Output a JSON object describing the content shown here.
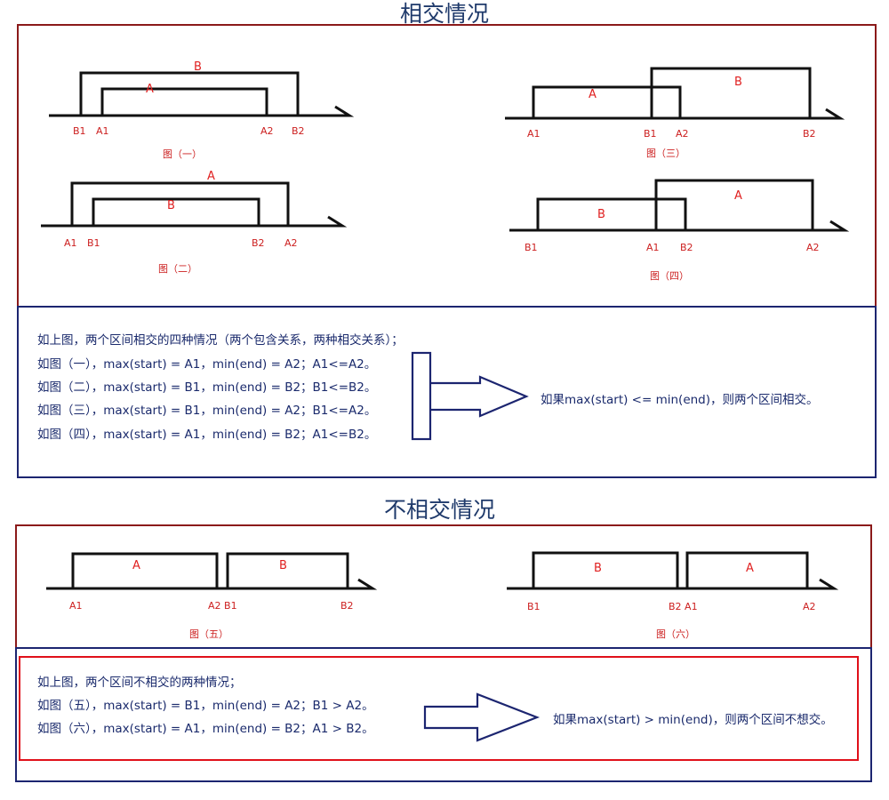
{
  "sections": {
    "intersect_title": "相交情况",
    "nonintersect_title": "不相交情况"
  },
  "figures": {
    "fig1": {
      "caption": "图（一）",
      "outer": "B",
      "inner": "A",
      "labels": [
        "B1",
        "A1",
        "A2",
        "B2"
      ]
    },
    "fig2": {
      "caption": "图（二）",
      "outer": "A",
      "inner": "B",
      "labels": [
        "A1",
        "B1",
        "B2",
        "A2"
      ]
    },
    "fig3": {
      "caption": "图（三）",
      "left": "A",
      "right": "B",
      "labels": [
        "A1",
        "B1",
        "A2",
        "B2"
      ]
    },
    "fig4": {
      "caption": "图（四）",
      "left": "B",
      "right": "A",
      "labels": [
        "B1",
        "A1",
        "B2",
        "A2"
      ]
    },
    "fig5": {
      "caption": "图（五）",
      "left": "A",
      "right": "B",
      "labels": [
        "A1",
        "A2 B1",
        "B2"
      ]
    },
    "fig6": {
      "caption": "图（六）",
      "left": "B",
      "right": "A",
      "labels": [
        "B1",
        "B2 A1",
        "A2"
      ]
    }
  },
  "intersect_text": {
    "intro": "如上图，两个区间相交的四种情况（两个包含关系，两种相交关系）；",
    "lines": [
      "如图（一），max(start) = A1，min(end) = A2；A1<=A2。",
      "如图（二），max(start) = B1，min(end) = B2；B1<=B2。",
      "如图（三），max(start) = B1，min(end) = A2；B1<=A2。",
      "如图（四），max(start) = A1，min(end) = B2；A1<=B2。"
    ],
    "conclusion": "如果max(start) <= min(end)，则两个区间相交。"
  },
  "nonintersect_text": {
    "intro": "如上图，两个区间不相交的两种情况；",
    "lines": [
      "如图（五），max(start) = B1，min(end) = A2；B1 > A2。",
      "如图（六），max(start) = A1，min(end) = B2；A1 > B2。"
    ],
    "conclusion": "如果max(start) > min(end)，则两个区间不想交。"
  },
  "colors": {
    "dark_red": "#8b1a1a",
    "navy": "#1c2570",
    "bright_red": "#e0101a",
    "label_red": "#cc1f1f",
    "text_navy": "#1a2a6c"
  }
}
